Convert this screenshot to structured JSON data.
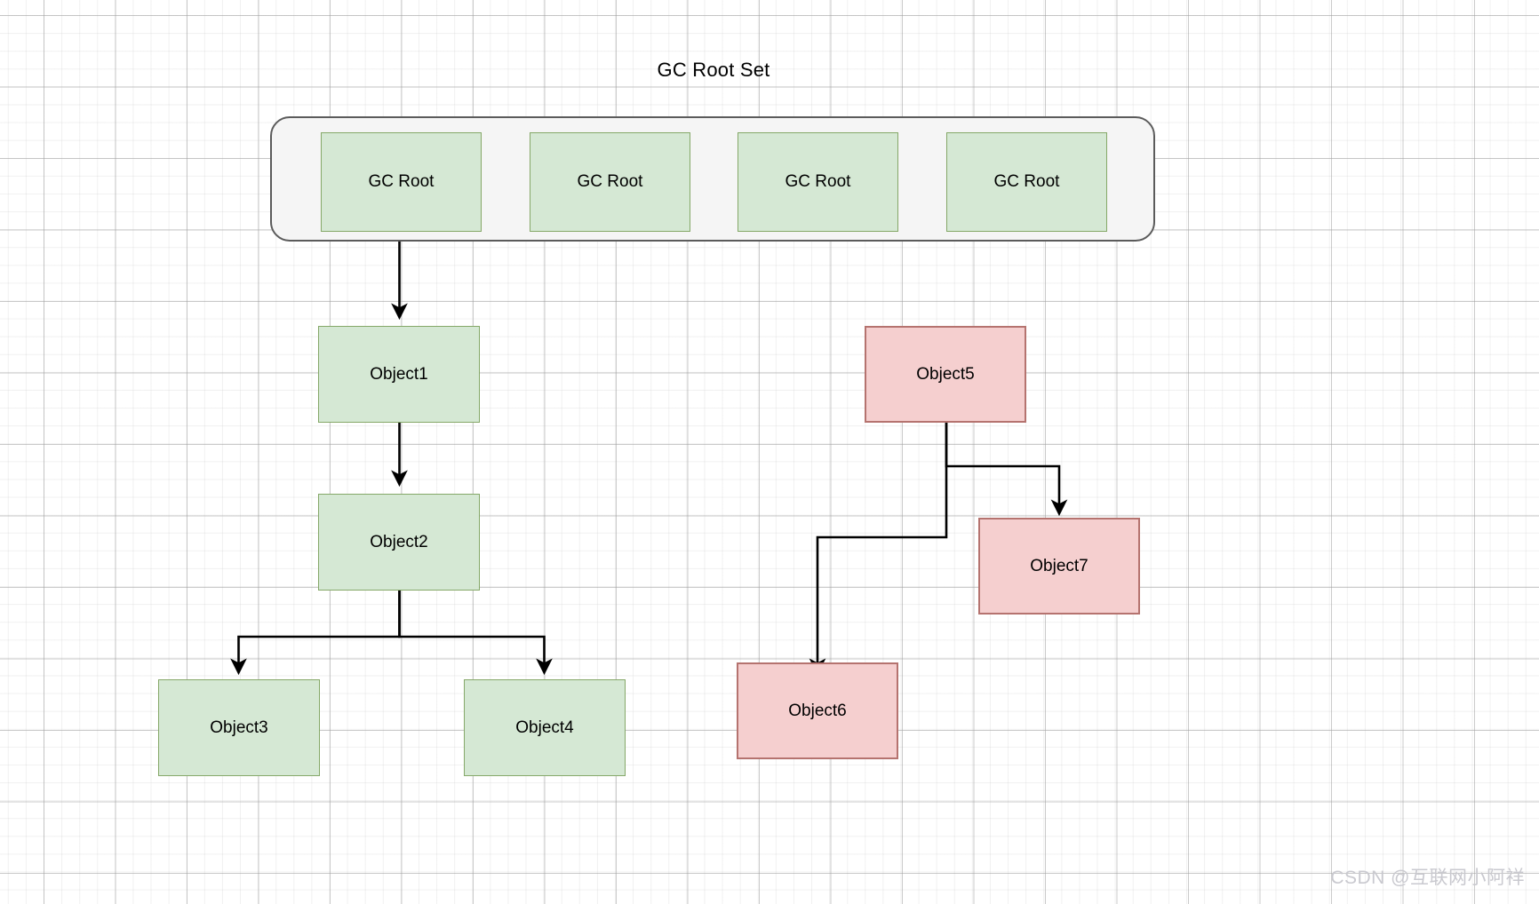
{
  "title": "GC Root Set",
  "root_set": {
    "label": "GC Root Set",
    "box_fill": "#f5f5f5",
    "box_border": "#5b5b5b",
    "roots": [
      {
        "label": "GC Root"
      },
      {
        "label": "GC Root"
      },
      {
        "label": "GC Root"
      },
      {
        "label": "GC Root"
      }
    ]
  },
  "colors": {
    "reachable_fill": "#d5e8d4",
    "reachable_border": "#85a868",
    "unreachable_fill": "#f5cfcf",
    "unreachable_border": "#b5736f",
    "edge": "#000000",
    "grid_major": "#a0a0a0",
    "grid_minor": "#bebebe",
    "watermark": "#c9c9cf"
  },
  "nodes": {
    "object1": {
      "label": "Object1"
    },
    "object2": {
      "label": "Object2"
    },
    "object3": {
      "label": "Object3"
    },
    "object4": {
      "label": "Object4"
    },
    "object5": {
      "label": "Object5"
    },
    "object6": {
      "label": "Object6"
    },
    "object7": {
      "label": "Object7"
    }
  },
  "edges": [
    {
      "from": "GC Root 1",
      "to": "Object1"
    },
    {
      "from": "Object1",
      "to": "Object2"
    },
    {
      "from": "Object2",
      "to": "Object3"
    },
    {
      "from": "Object2",
      "to": "Object4"
    },
    {
      "from": "Object5",
      "to": "Object7"
    },
    {
      "from": "Object5",
      "to": "Object6"
    }
  ],
  "watermark": "CSDN @互联网小阿祥"
}
